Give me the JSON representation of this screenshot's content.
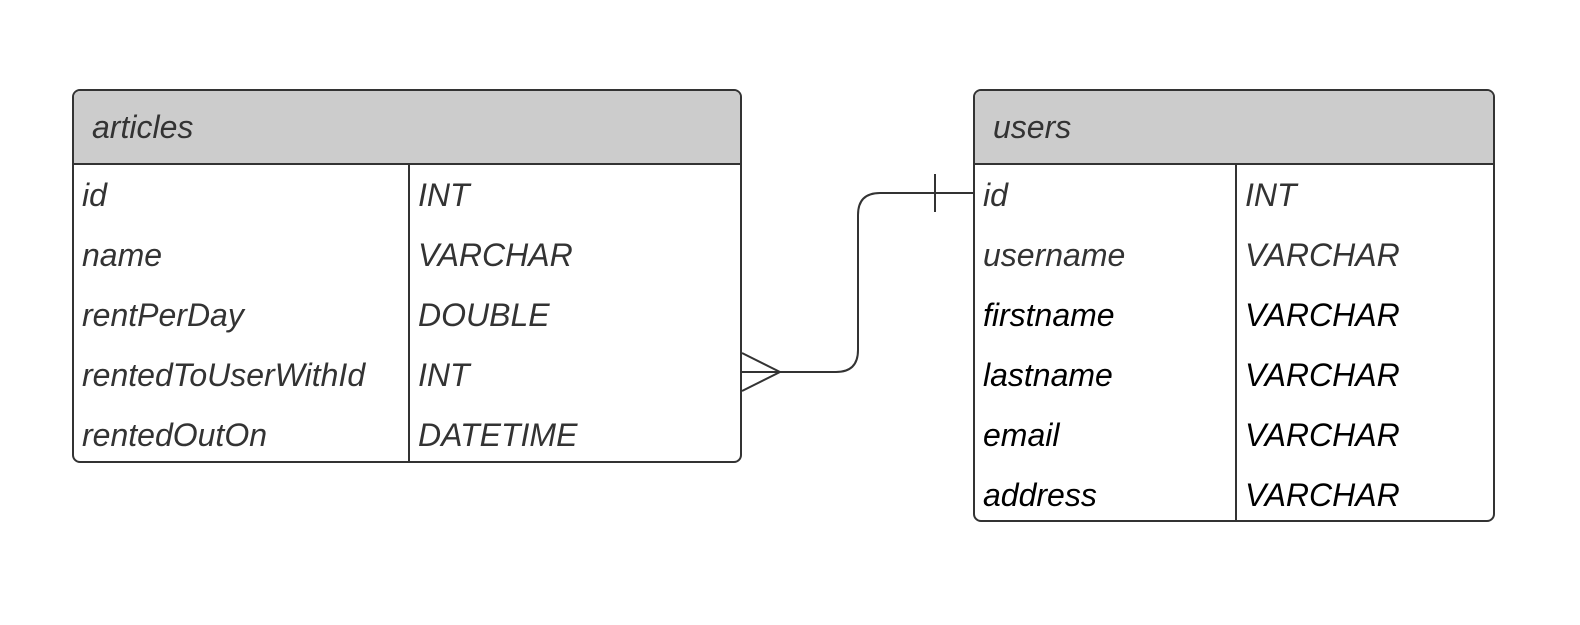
{
  "entities": {
    "articles": {
      "title": "articles",
      "fields": [
        {
          "name": "id",
          "type": "INT"
        },
        {
          "name": "name",
          "type": "VARCHAR"
        },
        {
          "name": "rentPerDay",
          "type": "DOUBLE"
        },
        {
          "name": "rentedToUserWithId",
          "type": "INT"
        },
        {
          "name": "rentedOutOn",
          "type": "DATETIME"
        }
      ]
    },
    "users": {
      "title": "users",
      "fields": [
        {
          "name": "id",
          "type": "INT"
        },
        {
          "name": "username",
          "type": "VARCHAR"
        },
        {
          "name": "firstname",
          "type": "VARCHAR"
        },
        {
          "name": "lastname",
          "type": "VARCHAR"
        },
        {
          "name": "email",
          "type": "VARCHAR"
        },
        {
          "name": "address",
          "type": "VARCHAR"
        }
      ]
    }
  },
  "relationship": {
    "from": "articles.rentedToUserWithId",
    "to": "users.id",
    "cardinality": "many-to-one",
    "line_color": "#333333"
  },
  "colors": {
    "header_bg": "#cccccc",
    "border": "#333333",
    "text": "#333333"
  }
}
